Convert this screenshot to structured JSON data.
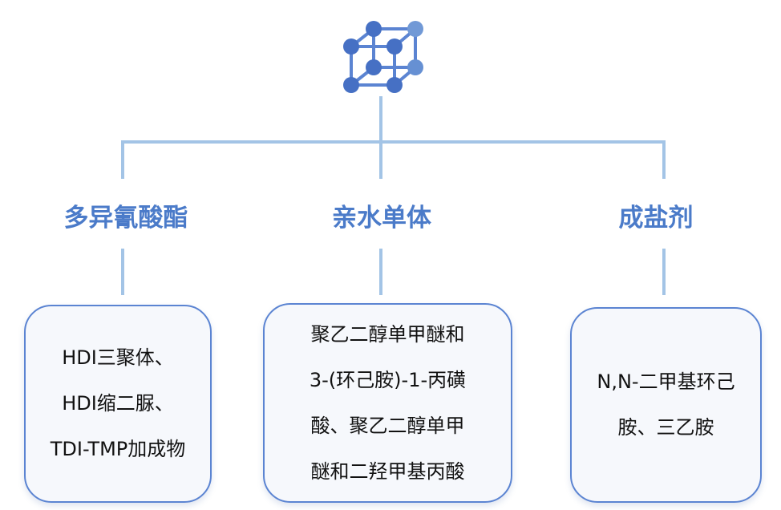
{
  "root": {
    "icon": "molecule-cube-icon"
  },
  "branches": [
    {
      "title": "多异氰酸酯",
      "lines": [
        "HDI三聚体、",
        "HDI缩二脲、",
        "TDI-TMP加成物"
      ]
    },
    {
      "title": "亲水单体",
      "lines": [
        "聚乙二醇单甲醚和",
        "3-(环己胺)-1-丙磺",
        "酸、聚乙二醇单甲",
        "醚和二羟甲基丙酸"
      ]
    },
    {
      "title": "成盐剂",
      "lines": [
        "N,N-二甲基环己",
        "胺、三乙胺"
      ]
    }
  ],
  "colors": {
    "accent": "#4b7bc9",
    "line": "#a3c4e6",
    "border": "#5b84d2"
  }
}
